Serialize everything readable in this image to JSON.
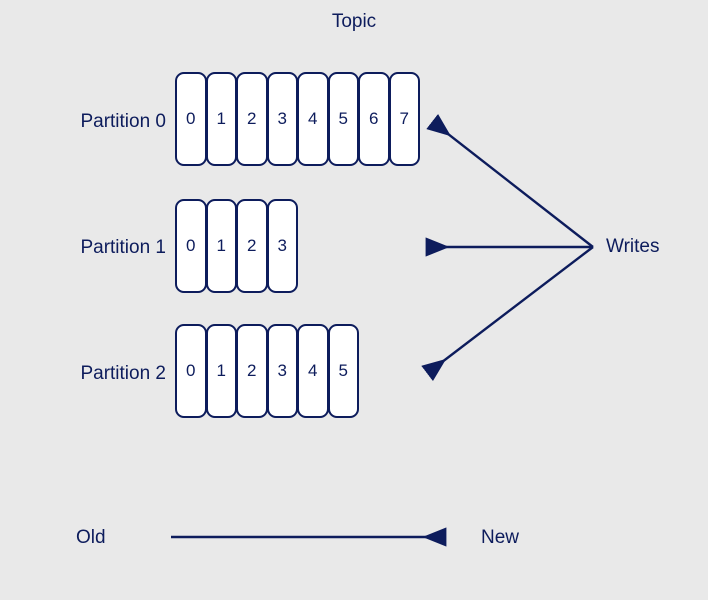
{
  "canvas": {
    "background_color": "#e9e9e9",
    "stroke_color": "#0d1c5c",
    "cell_fill_color": "#ffffff"
  },
  "title": "Topic",
  "partitions": [
    {
      "label": "Partition 0",
      "offsets": [
        "0",
        "1",
        "2",
        "3",
        "4",
        "5",
        "6",
        "7"
      ]
    },
    {
      "label": "Partition 1",
      "offsets": [
        "0",
        "1",
        "2",
        "3"
      ]
    },
    {
      "label": "Partition 2",
      "offsets": [
        "0",
        "1",
        "2",
        "3",
        "4",
        "5"
      ]
    }
  ],
  "annotations": {
    "writes": "Writes",
    "old": "Old",
    "new": "New"
  },
  "arrows": {
    "writes_origin": "write-fan-out-origin",
    "time_axis": "old-to-new-arrow"
  }
}
